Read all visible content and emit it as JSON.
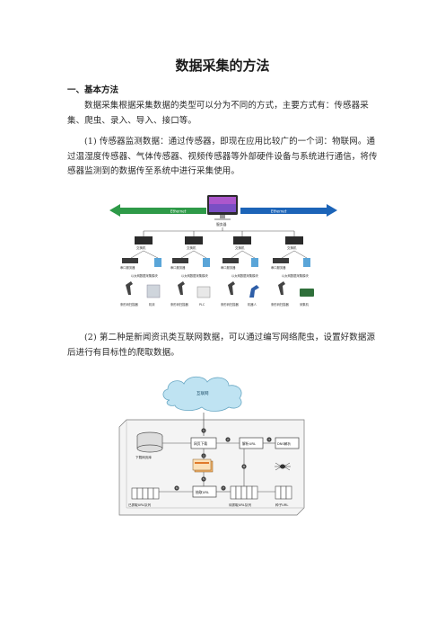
{
  "title": "数据采集的方法",
  "section1": {
    "heading": "一、基本方法"
  },
  "paragraphs": {
    "p1": "数据采集根据采集数据的类型可以分为不同的方式，主要方式有：传感器采集、爬虫、录入、导入、接口等。",
    "p2": "(1) 传感器监测数据：通过传感器，即现在应用比较广的一个词：物联网。通过温湿度传感器、气体传感器、视频传感器等外部硬件设备与系统进行通信，将传感器监测到的数据传至系统中进行采集使用。",
    "p3": "(2) 第二种是新闻资讯类互联网数据，可以通过编写网络爬虫，设置好数据源后进行有目标性的爬取数据。"
  },
  "figure1": {
    "server_label": "服务器",
    "left_arrow": "Ethernet",
    "right_arrow": "Ethernet",
    "switch_label": "交换机",
    "serial_label": "串口服务器",
    "module_label": "以太网数据采集模块",
    "devices": [
      "条形码扫描器",
      "机床",
      "条形码扫描器",
      "PLC",
      "条形码扫描器",
      "机器人",
      "条形码扫描器",
      "采集机"
    ]
  },
  "figure2": {
    "cloud_label": "互联网",
    "download_label": "网页下载",
    "parse_label": "解析URL",
    "dns_label": "DNS解析",
    "store_label": "下载网页库",
    "extract_label": "抽取URL",
    "crawled_label": "已抓取URL队列",
    "queue_label": "待抓取URL队列",
    "seed_label": "种子URL",
    "steps": [
      "1",
      "2",
      "3",
      "4",
      "5",
      "6",
      "7",
      "8"
    ]
  }
}
